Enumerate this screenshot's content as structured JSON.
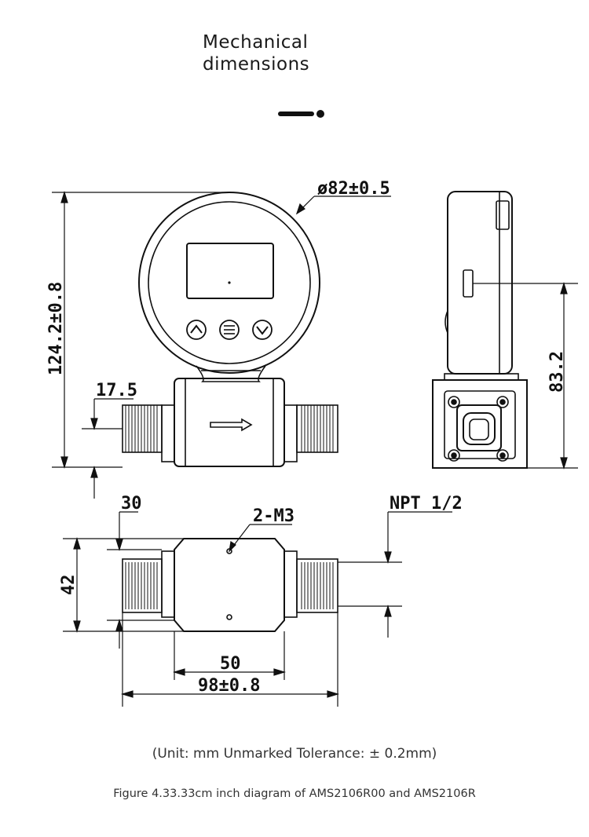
{
  "title": "Mechanical\ndimensions",
  "dimensions": {
    "diameter": "ø82±0.5",
    "height": "124.2±0.8",
    "inlet_offset": "17.5",
    "side_height": "83.2",
    "top_offset": "30",
    "holes": "2-M3",
    "thread": "NPT 1/2",
    "width": "42",
    "body_length": "50",
    "overall_length": "98±0.8"
  },
  "unit_note": "(Unit: mm Unmarked Tolerance: ± 0.2mm)",
  "caption": "Figure 4.33.33cm inch diagram of AMS2106R00 and AMS2106R",
  "colors": {
    "line": "#111111",
    "text": "#333333",
    "background": "#ffffff"
  }
}
